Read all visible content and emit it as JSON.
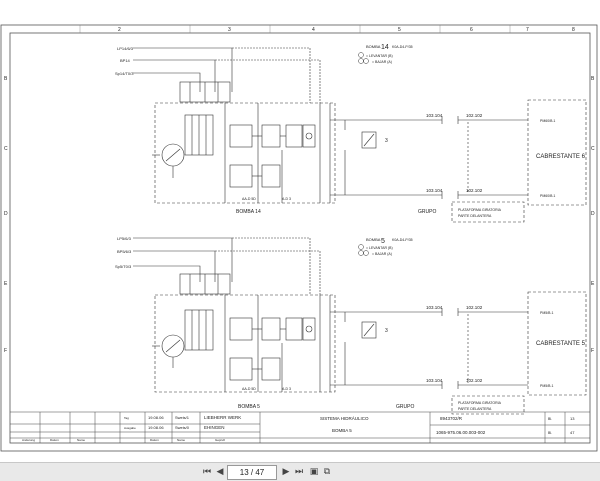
{
  "col_numbers": [
    "2",
    "3",
    "4",
    "5",
    "6",
    "7",
    "8"
  ],
  "row_letters": [
    "B",
    "C",
    "D",
    "E",
    "F"
  ],
  "circuits": [
    {
      "inputs": [
        "LP14/6/3",
        "BP14",
        "Sp14/T0/3"
      ],
      "pump_label": "BOMBA",
      "pump_number": "14",
      "legend_code": "K0A-D4-P/35",
      "legend_left": "= LEVANTAR (B)",
      "legend_right": "= BAJAR (A)",
      "pump_title": "BOMBA 14",
      "code_a": "AA-D 5D",
      "code_b": "A-D 3",
      "line_upper": "103.104",
      "line_lower": "103.104",
      "conn_upper": "102.102",
      "conn_lower": "102.102",
      "drum_upper": "PM60/B.1",
      "drum_lower": "PM60/B.1",
      "cabrestante": "CABRESTANTE 6",
      "relief": "3",
      "grupo": "GRUPO",
      "plat_line1": "PLATAFORMA GIRATORIA",
      "plat_line2": "PARTE DELANTERA"
    },
    {
      "inputs": [
        "LP5/6/3",
        "BP5/6/3",
        "Sp5/T0/3"
      ],
      "pump_label": "BOMBA",
      "pump_number": "5",
      "legend_code": "K0A-D4-P/35",
      "legend_left": "= LEVANTAR (B)",
      "legend_right": "= BAJAR (A)",
      "pump_title": "BOMBA 5",
      "code_a": "AA-D 5D",
      "code_b": "A-D 3",
      "line_upper": "103.104",
      "line_lower": "103.104",
      "conn_upper": "102.102",
      "conn_lower": "102.102",
      "drum_upper": "PM5/B.1",
      "drum_lower": "PM5/B.1",
      "cabrestante": "CABRESTANTE 5",
      "relief": "3",
      "grupo": "GRUPO",
      "plat_line1": "PLATAFORMA GIRATORIA",
      "plat_line2": "PARTE DELANTERA"
    }
  ],
  "title_block": {
    "row_labels": [
      "Anderung",
      "Datum",
      "Name"
    ],
    "field_labels": [
      "Tag",
      "Ausgabe",
      "Datum",
      "Name",
      "Gepruft"
    ],
    "date1": "19.08.06",
    "date2": "19.08.06",
    "name1": "Sweis/1",
    "name2": "Sweis/0",
    "company": "LIEBHERR WERK",
    "location": "EHINGEN",
    "title": "SISTEMA HIDRÁULICO",
    "subtitle": "BOMBA 5",
    "drawing_no": "8943702/R",
    "doc_no": "1065-975.06.00.003-002",
    "sheet_label": "Bl.",
    "sheet_no": "13",
    "of_label": "Bl.",
    "sheet_total": "47"
  },
  "toolbar": {
    "page": "13 / 47"
  },
  "colors": {
    "line": "#333333",
    "toolbar": "#e9e9e9"
  }
}
